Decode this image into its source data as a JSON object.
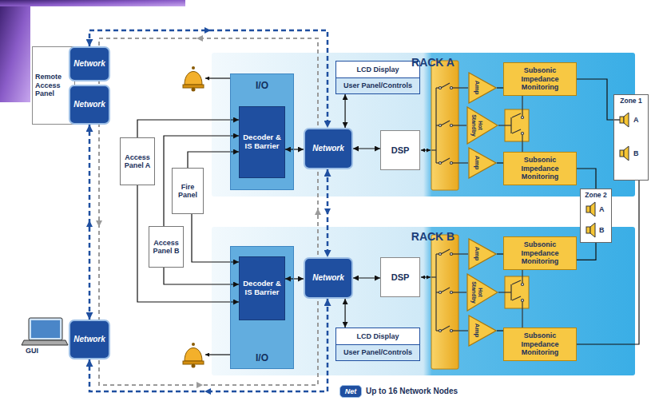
{
  "diagram": {
    "nodes": [
      {
        "text": [
          "Remote Access Panel"
        ]
      },
      {
        "text": [
          "Network"
        ]
      },
      {
        "text": [
          "Network"
        ]
      },
      {
        "text": [
          "Access Panel A"
        ]
      },
      {
        "text": [
          "Fire Panel"
        ]
      },
      {
        "text": [
          "Access Panel B"
        ]
      },
      {
        "text": [
          "RACK A"
        ]
      },
      {
        "text": [
          "I/O"
        ],
        "in": 6
      },
      {
        "text": [
          "Decoder & IS Barrier"
        ],
        "in": 7
      },
      {
        "text": [
          "Network"
        ],
        "in": 6
      },
      {
        "text": [
          "LCD Display",
          "User Panel/Controls"
        ],
        "in": 6
      },
      {
        "text": [
          "DSP"
        ],
        "in": 6
      },
      {
        "text": [
          "Amp"
        ],
        "in": 6
      },
      {
        "text": [
          "Hot Standby"
        ],
        "in": 6
      },
      {
        "text": [
          "Amp"
        ],
        "in": 6
      },
      {
        "text": [
          "Subsonic Impedance Monitoring"
        ],
        "in": 6
      },
      {
        "text": [
          "Subsonic Impedance Monitoring"
        ],
        "in": 6
      },
      {
        "text": [
          "Zone 1"
        ]
      },
      {
        "text": [
          "Zone 2"
        ]
      },
      {
        "text": [
          "RACK B"
        ]
      },
      {
        "text": [
          "I/O"
        ],
        "in": 19
      },
      {
        "text": [
          "Decoder & IS Barrier"
        ],
        "in": 20
      },
      {
        "text": [
          "Network"
        ],
        "in": 19
      },
      {
        "text": [
          "DSP"
        ],
        "in": 19
      },
      {
        "text": [
          "LCD Display",
          "User Panel/Controls"
        ],
        "in": 19
      },
      {
        "text": [
          "Amp"
        ],
        "in": 19
      },
      {
        "text": [
          "Hot Standby"
        ],
        "in": 19
      },
      {
        "text": [
          "Amp"
        ],
        "in": 19
      },
      {
        "text": [
          "Subsonic Impedance Monitoring"
        ],
        "in": 19
      },
      {
        "text": [
          "Subsonic Impedance Monitoring"
        ],
        "in": 19
      },
      {
        "text": [
          "Network"
        ]
      }
    ],
    "edges": [
      {
        "from": 1,
        "to": 9,
        "arrow": "both"
      },
      {
        "from": 9,
        "to": 22,
        "arrow": "both"
      },
      {
        "from": 22,
        "to": 30,
        "arrow": "both"
      },
      {
        "from": 30,
        "to": 2,
        "arrow": "both"
      },
      {
        "from": 3,
        "to": 8,
        "arrow": "to"
      },
      {
        "from": 3,
        "to": 21,
        "arrow": "to"
      },
      {
        "from": 4,
        "to": 8,
        "arrow": "to"
      },
      {
        "from": 4,
        "to": 21,
        "arrow": "to"
      },
      {
        "from": 5,
        "to": 8,
        "arrow": "to"
      },
      {
        "from": 5,
        "to": 21,
        "arrow": "to"
      },
      {
        "from": 8,
        "to": 9,
        "arrow": "both"
      },
      {
        "from": 9,
        "to": 10,
        "arrow": "both"
      },
      {
        "from": 9,
        "to": 11,
        "arrow": "both"
      },
      {
        "from": 21,
        "to": 22,
        "arrow": "both"
      },
      {
        "from": 22,
        "to": 24,
        "arrow": "both"
      },
      {
        "from": 22,
        "to": 23,
        "arrow": "both"
      },
      {
        "from": 12,
        "to": 15,
        "arrow": "none"
      },
      {
        "from": 14,
        "to": 16,
        "arrow": "none"
      },
      {
        "from": 15,
        "to": 17,
        "arrow": "none"
      },
      {
        "from": 16,
        "to": 18,
        "arrow": "none"
      },
      {
        "from": 25,
        "to": 28,
        "arrow": "none"
      },
      {
        "from": 27,
        "to": 29,
        "arrow": "none"
      },
      {
        "from": 28,
        "to": 18,
        "arrow": "none"
      },
      {
        "from": 29,
        "to": 17,
        "arrow": "none"
      }
    ],
    "labels": [
      "A",
      "B",
      "A",
      "B",
      "GUI",
      "Net"
    ],
    "legend": [
      {
        "text": "Up to 16 Network Nodes",
        "color": "#1f4fa0"
      }
    ]
  }
}
